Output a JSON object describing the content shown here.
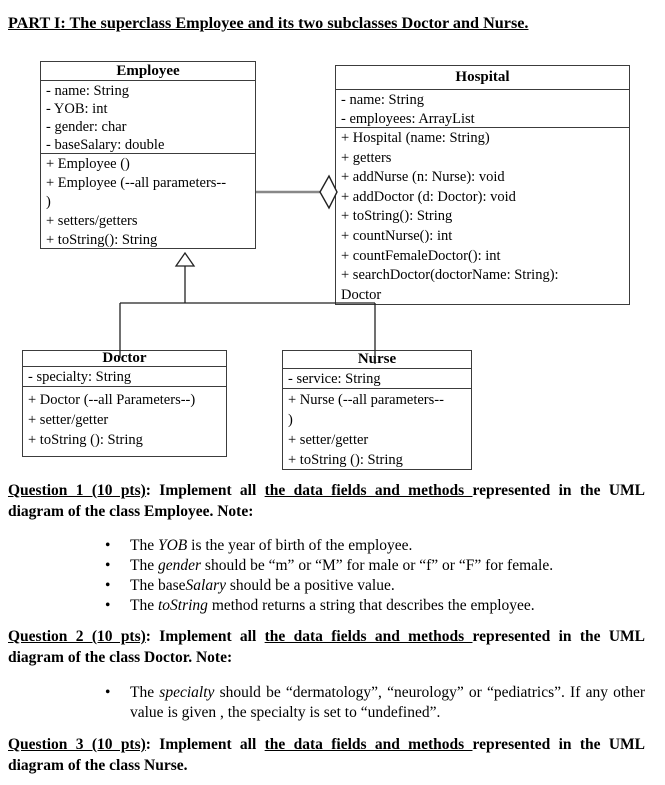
{
  "colors": {
    "background": "#ffffff",
    "text": "#000000",
    "box_border": "#3c3c3c",
    "aggregation_line": "#888888",
    "connector_line": "#222222"
  },
  "part_title": [
    {
      "t": "PART I: The superclass Employee and its two subclasses Doctor and Nurse.",
      "b": true,
      "u": true
    }
  ],
  "uml": {
    "employee": {
      "name": "Employee",
      "attributes": [
        "- name: String",
        "- YOB: int",
        "- gender: char",
        "- baseSalary: double"
      ],
      "methods": [
        "+ Employee ()",
        "+ Employee (--all parameters--",
        ")",
        "+ setters/getters",
        "+ toString(): String"
      ]
    },
    "hospital": {
      "name": "Hospital",
      "attributes": [
        "- name: String",
        "- employees: ArrayList"
      ],
      "methods": [
        "+ Hospital (name: String)",
        "+ getters",
        "+ addNurse (n: Nurse): void",
        "+ addDoctor (d: Doctor): void",
        "+ toString(): String",
        "+ countNurse(): int",
        "+ countFemaleDoctor(): int",
        "+ searchDoctor(doctorName: String):",
        "Doctor"
      ]
    },
    "doctor": {
      "name": "Doctor",
      "attributes": [
        "- specialty: String"
      ],
      "methods": [
        "+ Doctor (--all Parameters--)",
        "+ setter/getter",
        "+ toString (): String"
      ]
    },
    "nurse": {
      "name": "Nurse",
      "attributes": [
        "- service: String"
      ],
      "methods": [
        "+ Nurse (--all parameters--",
        ")",
        "+ setter/getter",
        "+ toString (): String"
      ]
    },
    "relations": [
      {
        "type": "aggregation",
        "from": "Employee",
        "to": "Hospital"
      },
      {
        "type": "inheritance",
        "parent": "Employee",
        "children": [
          "Doctor",
          "Nurse"
        ]
      }
    ]
  },
  "questions": [
    {
      "heading_line1": [
        {
          "t": "Question 1 (10 pts)",
          "b": true,
          "u": true
        },
        {
          "t": ": Implement all ",
          "b": true
        },
        {
          "t": "the data fields and methods ",
          "b": true,
          "u": true
        },
        {
          "t": "represented in the UML",
          "b": true
        }
      ],
      "heading_line2": [
        {
          "t": "diagram of the class Employee. Note:",
          "b": true
        }
      ],
      "bullets": [
        [
          {
            "t": "The "
          },
          {
            "t": "YOB",
            "i": true
          },
          {
            "t": " is the year of birth of the employee."
          }
        ],
        [
          {
            "t": "The "
          },
          {
            "t": "gender",
            "i": true
          },
          {
            "t": " should be “m” or “M” for male or “f” or “F” for female."
          }
        ],
        [
          {
            "t": "The base"
          },
          {
            "t": "Salary",
            "i": true
          },
          {
            "t": " should be a positive value."
          }
        ],
        [
          {
            "t": "The "
          },
          {
            "t": "toString",
            "i": true
          },
          {
            "t": " method returns a string that describes the employee."
          }
        ]
      ]
    },
    {
      "heading_line1": [
        {
          "t": "Question 2 (10 pts)",
          "b": true,
          "u": true
        },
        {
          "t": ":  Implement all ",
          "b": true
        },
        {
          "t": "the data fields and methods ",
          "b": true,
          "u": true
        },
        {
          "t": "represented in the UML",
          "b": true
        }
      ],
      "heading_line2": [
        {
          "t": "diagram of the class Doctor. Note:",
          "b": true
        }
      ],
      "bullets": [
        [
          {
            "t": "The "
          },
          {
            "t": "specialty",
            "i": true
          },
          {
            "t": " should be “dermatology”, “neurology” or “pediatrics”. If any other value is given , the specialty is set to “undefined”."
          }
        ]
      ]
    },
    {
      "heading_line1": [
        {
          "t": "Question 3 (10 pts)",
          "b": true,
          "u": true
        },
        {
          "t": ":  Implement all ",
          "b": true
        },
        {
          "t": "the data fields and methods ",
          "b": true,
          "u": true
        },
        {
          "t": "represented in the UML",
          "b": true
        }
      ],
      "heading_line2": [
        {
          "t": "diagram of the class Nurse.",
          "b": true
        }
      ],
      "bullets": []
    }
  ]
}
